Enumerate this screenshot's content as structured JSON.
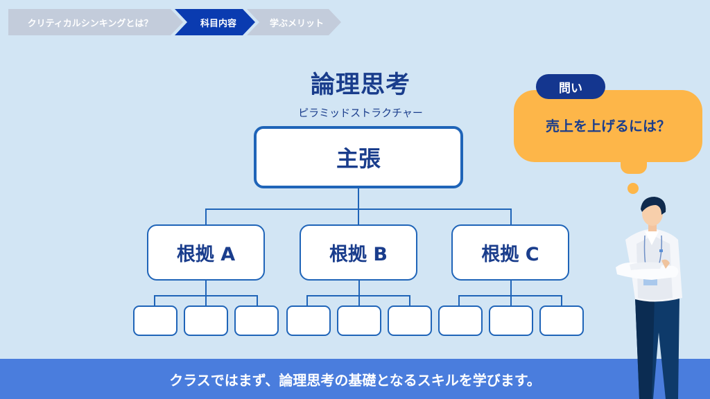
{
  "breadcrumb": {
    "steps": [
      {
        "label": "クリティカルシンキングとは？",
        "active": false
      },
      {
        "label": "科目内容",
        "active": true
      },
      {
        "label": "学ぶメリット",
        "active": false
      }
    ]
  },
  "diagram": {
    "title": "論理思考",
    "subtitle": "ピラミッドストラクチャー",
    "root": {
      "label": "主張"
    },
    "children": [
      {
        "label": "根拠 A",
        "leaves": [
          "",
          "",
          ""
        ]
      },
      {
        "label": "根拠 B",
        "leaves": [
          "",
          "",
          ""
        ]
      },
      {
        "label": "根拠 C",
        "leaves": [
          "",
          "",
          ""
        ]
      }
    ]
  },
  "question": {
    "badge": "問い",
    "text": "売上を上げるには？"
  },
  "footer": {
    "caption": "クラスではまず、論理思考の基礎となるスキルを学びます。"
  },
  "colors": {
    "background": "#d2e5f4",
    "accent_blue": "#0a3bb0",
    "inactive_step": "#c3ccdb",
    "box_border": "#1f64b8",
    "text_navy": "#1a3d8c",
    "bubble": "#fdb649",
    "footer": "#4a7ddd"
  },
  "illustration": {
    "icon": "businessman-arms-crossed-icon"
  }
}
